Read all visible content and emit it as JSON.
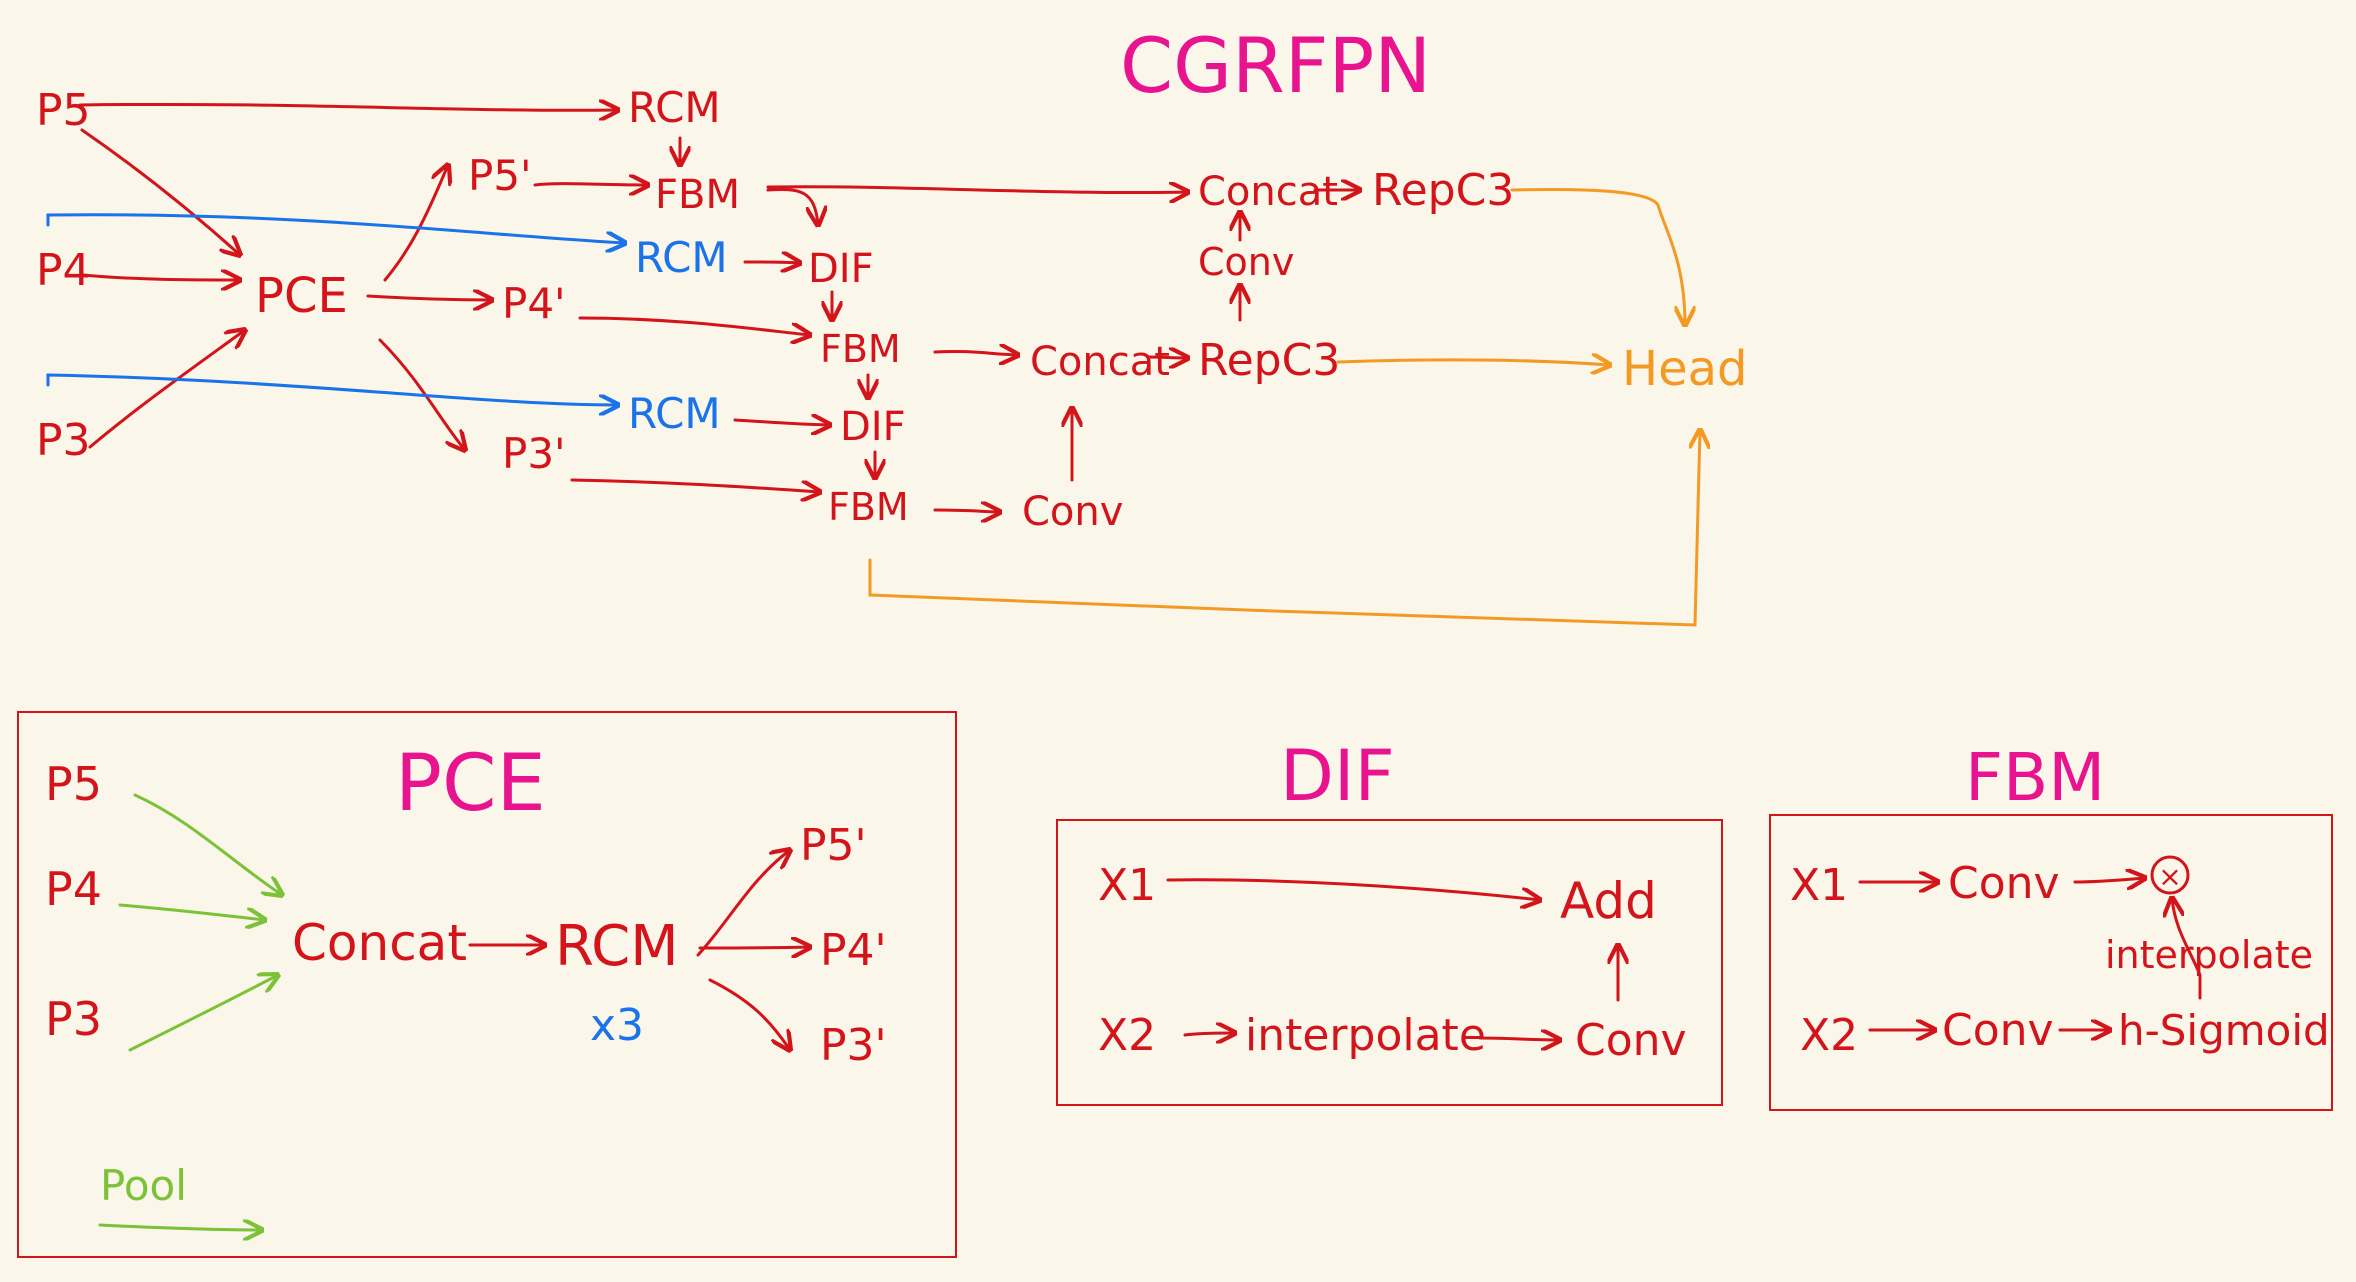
{
  "colors": {
    "background": "#faf6ea",
    "red": "#d3141b",
    "blue": "#1a73e8",
    "orange": "#f29a24",
    "magenta": "#e8148f",
    "green": "#7cc238"
  },
  "main": {
    "title": "CGRFPN",
    "inputs": {
      "p5": "P5",
      "p4": "P4",
      "p3": "P3"
    },
    "pce": "PCE",
    "pce_outputs": {
      "p5": "P5'",
      "p4": "P4'",
      "p3": "P3'"
    },
    "rcm_top": "RCM",
    "rcm_mid": "RCM",
    "rcm_bot": "RCM",
    "fbm_top": "FBM",
    "fbm_mid": "FBM",
    "fbm_bot": "FBM",
    "dif_top": "DIF",
    "dif_bot": "DIF",
    "concat_top": "Concat",
    "concat_mid": "Concat",
    "repc3_top": "RepC3",
    "repc3_mid": "RepC3",
    "conv_top": "Conv",
    "conv_bot": "Conv",
    "head": "Head"
  },
  "pce_panel": {
    "title": "PCE",
    "inputs": {
      "p5": "P5",
      "p4": "P4",
      "p3": "P3"
    },
    "concat": "Concat",
    "rcm": "RCM",
    "repeat": "x3",
    "outputs": {
      "p5": "P5'",
      "p4": "P4'",
      "p3": "P3'"
    },
    "legend_pool": "Pool"
  },
  "dif_panel": {
    "title": "DIF",
    "x1": "X1",
    "x2": "X2",
    "add": "Add",
    "interpolate": "interpolate",
    "conv": "Conv"
  },
  "fbm_panel": {
    "title": "FBM",
    "x1": "X1",
    "x2": "X2",
    "conv1": "Conv",
    "conv2": "Conv",
    "multiply": "×",
    "interpolate": "interpolate",
    "hsigmoid": "h-Sigmoid"
  }
}
